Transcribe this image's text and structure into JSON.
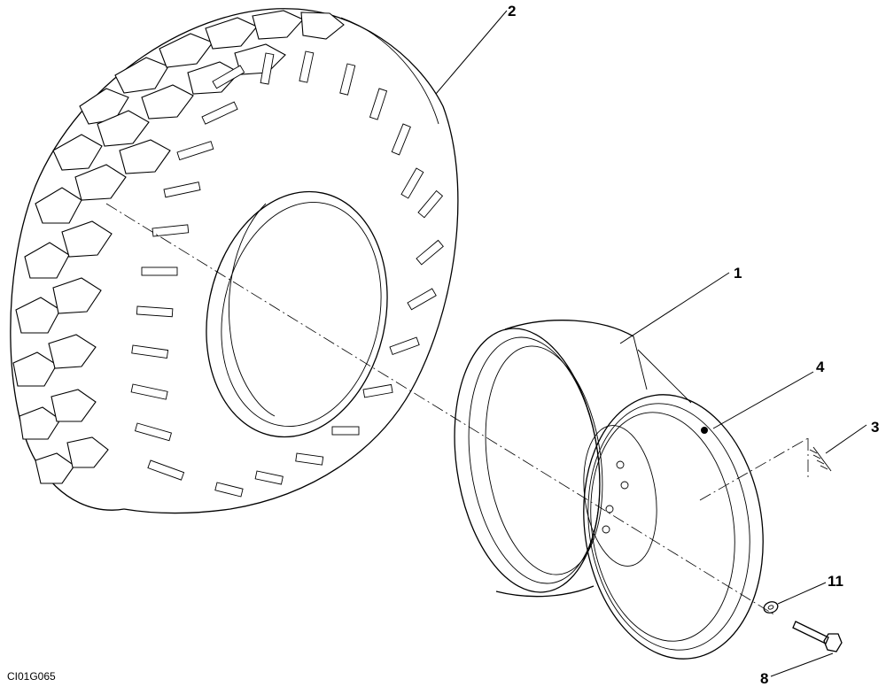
{
  "figure_id": "CI01G065",
  "callouts": {
    "rim": "1",
    "tire": "2",
    "valve_stem": "3",
    "valve_hole": "4",
    "washer": "11",
    "bolt": "8"
  }
}
